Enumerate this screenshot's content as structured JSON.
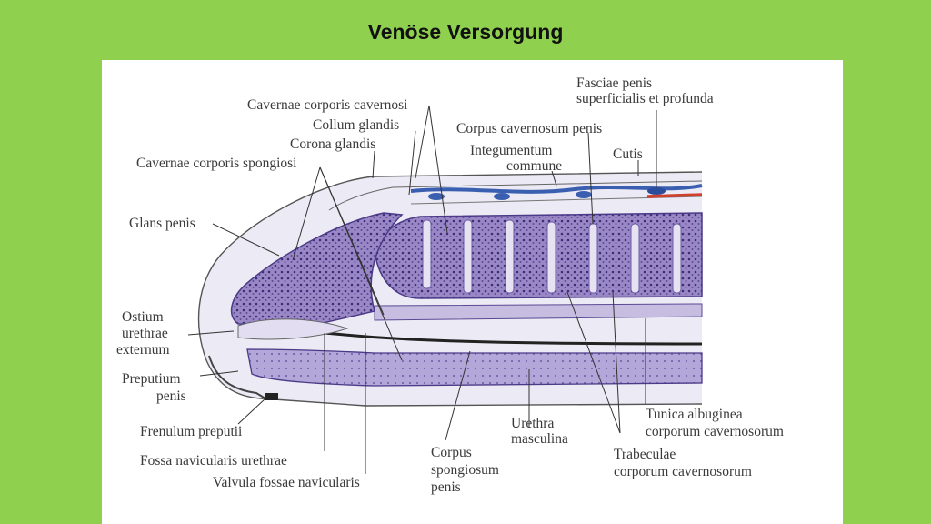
{
  "slide": {
    "title": "Venöse Versorgung"
  },
  "diagram": {
    "labels": {
      "cavernae_cavernosi": "Cavernae corporis cavernosi",
      "collum_glandis": "Collum glandis",
      "corona_glandis": "Corona glandis",
      "cavernae_spongiosi": "Cavernae corporis spongiosi",
      "glans_penis": "Glans penis",
      "ostium_1": "Ostium",
      "ostium_2": "urethrae",
      "ostium_3": "externum",
      "preputium_1": "Preputium",
      "preputium_2": "penis",
      "frenulum": "Frenulum preputii",
      "fossa": "Fossa navicularis urethrae",
      "valvula": "Valvula fossae navicularis",
      "fasciae_1": "Fasciae penis",
      "fasciae_2": "superficialis et profunda",
      "corpus_cavernosum": "Corpus cavernosum penis",
      "integumentum_1": "Integumentum",
      "integumentum_2": "commune",
      "cutis": "Cutis",
      "urethra_1": "Urethra",
      "urethra_2": "masculina",
      "corpus_spongiosum_1": "Corpus",
      "corpus_spongiosum_2": "spongiosum",
      "corpus_spongiosum_3": "penis",
      "tunica_1": "Tunica albuginea",
      "tunica_2": "corporum cavernosorum",
      "trabeculae_1": "Trabeculae",
      "trabeculae_2": "corporum cavernosorum"
    },
    "colors": {
      "slide_background": "#8fd14f",
      "tissue_purple": "#9a88c6",
      "tissue_light": "#c6bde0",
      "vein_blue": "#3a5fb0",
      "artery_red": "#d0402a"
    }
  }
}
